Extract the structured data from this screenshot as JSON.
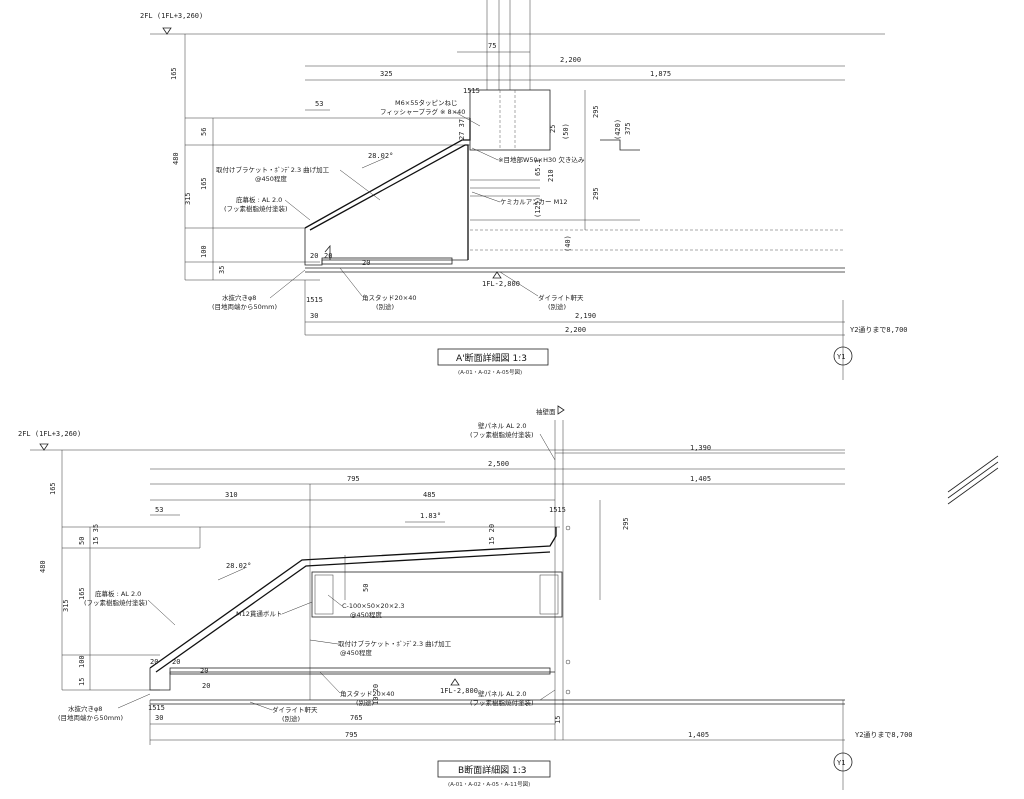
{
  "section_a": {
    "title": "A'断面詳細図  1:3",
    "refs": "(A-01・A-02・A-05号図)",
    "level_2fl": "2FL (1FL+3,260)",
    "level_1fl": "1FL-2,800",
    "axis": "Y1",
    "y2_note": "Y2通りまで8,700",
    "dims": {
      "d75": "75",
      "d2200_top": "2,200",
      "d325": "325",
      "d1875": "1,875",
      "d53": "53",
      "d1515": "1515",
      "d165a": "165",
      "d480": "480",
      "d56": "56",
      "d315": "315",
      "d165b": "165",
      "d100": "100",
      "d35": "35",
      "d2737": "27 37",
      "d25": "25",
      "d50": "(50)",
      "d295a": "295",
      "d420": "(420)",
      "d375": "375",
      "d295b": "295",
      "d210": "210",
      "d65": "65.3",
      "d125": "(125)",
      "d40": "(40)",
      "d20a": "20",
      "d20b": "20",
      "d20c": "20",
      "d1515b": "1515",
      "d30": "30",
      "d2190": "2,190",
      "d2200_bot": "2,200"
    },
    "angle": "28.02°",
    "labels": {
      "screw": "M6×55タッピンねじ",
      "plug": "フィッシャープラグ ※ 8×40",
      "bracket": "取付けブラケット・ﾎﾞﾝﾃﾞ2.3  曲げ加工",
      "bracket_pitch": "@450程度",
      "soffit": "庇幕板 : AL 2.0",
      "soffit_finish": "(フッ素樹脂焼付塗装)",
      "joint": "※目地部W50×H30  欠き込み",
      "anchor": "ケミカルアンカー  M12",
      "stud": "角スタッド20×40",
      "stud_note": "(別途)",
      "ceiling": "ダイライト軒天",
      "ceiling_note": "(別途)",
      "drain": "水抜穴きφ8",
      "drain_note": "(目地両端から50mm)"
    }
  },
  "section_b": {
    "title": "B断面詳細図  1:3",
    "refs": "(A-01・A-02・A-05・A-11号図)",
    "level_2fl": "2FL (1FL+3,260)",
    "level_1fl": "1FL-2,800",
    "axis": "Y1",
    "y2_note": "Y2通りまで8,700",
    "wall_face": "袖壁面",
    "dims": {
      "d1390": "1,390",
      "d2500": "2,500",
      "d795_top": "795",
      "d1405_top": "1,405",
      "d310": "310",
      "d485": "485",
      "d53": "53",
      "d1515": "1515",
      "d295": "295",
      "d165a": "165",
      "d480": "480",
      "d50": "50",
      "d1535": "15 35",
      "d315": "315",
      "d165b": "165",
      "d100": "100",
      "d15": "15",
      "d50b": "50",
      "d20a": "20",
      "d20b": "20",
      "d20c": "20",
      "d20d": "20",
      "d1520": "15 20",
      "d1515b": "1515",
      "d765": "765",
      "d795_bot": "795",
      "d1405_bot": "1,405",
      "d15b": "15",
      "d30": "30",
      "d100b": "100",
      "d1020": "10 20"
    },
    "angle1": "1.83°",
    "angle2": "28.02°",
    "labels": {
      "wall_panel_top": "壁パネル  AL 2.0",
      "wall_panel_top_finish": "(フッ素樹脂焼付塗装)",
      "soffit": "庇幕板 : AL 2.0",
      "soffit_finish": "(フッ素樹脂焼付塗装)",
      "channel": "C-100×50×20×2.3",
      "channel_pitch": "@450程度",
      "bolt": "M12貫通ボルト",
      "bracket": "取付けブラケット・ﾎﾞﾝﾃﾞ2.3  曲げ加工",
      "bracket_pitch": "@450程度",
      "stud": "角スタッド20×40",
      "stud_note": "(別途)",
      "ceiling": "ダイライト軒天",
      "ceiling_note": "(別途)",
      "wall_panel_bot": "壁パネル  AL 2.0",
      "wall_panel_bot_finish": "(フッ素樹脂焼付塗装)",
      "drain": "水抜穴きφ8",
      "drain_note": "(目地両端から50mm)"
    }
  }
}
